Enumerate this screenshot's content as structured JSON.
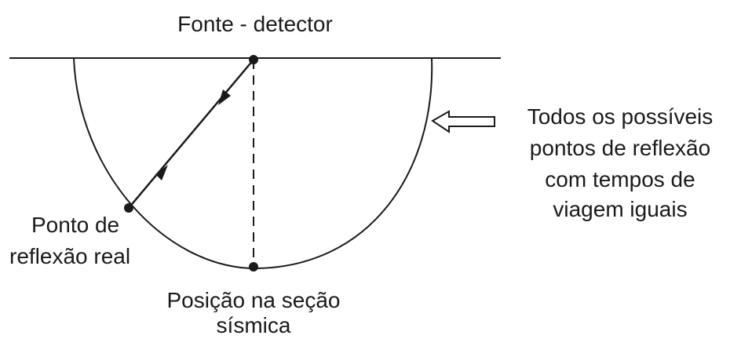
{
  "labels": {
    "source_detector": "Fonte - detector",
    "reflection_point_line1": "Ponto de",
    "reflection_point_line2": "reflexão real",
    "section_position_line1": "Posição na seção",
    "section_position_line2": "sísmica",
    "equal_time_line1": "Todos os possíveis",
    "equal_time_line2": "pontos de reflexão",
    "equal_time_line3": "com tempos de",
    "equal_time_line4": "viagem iguais"
  },
  "colors": {
    "ink": "#1a1a1a",
    "background": "#ffffff"
  }
}
